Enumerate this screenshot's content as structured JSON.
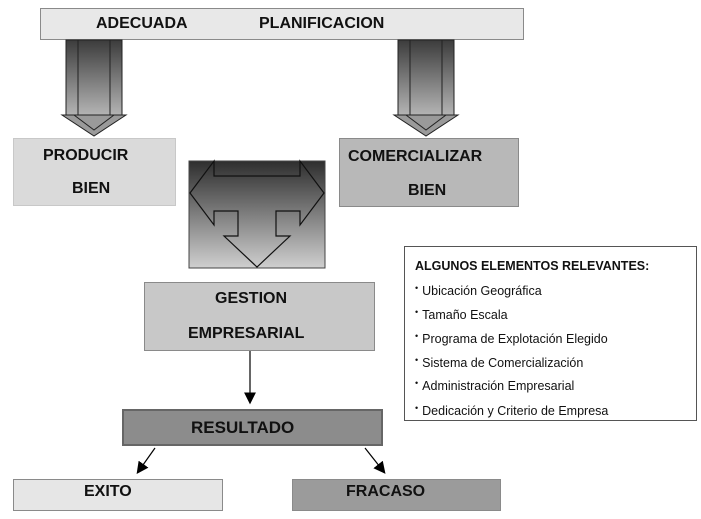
{
  "top_bar": {
    "word1": "ADECUADA",
    "word2": "PLANIFICACION"
  },
  "producir": {
    "line1": "PRODUCIR",
    "line2": "BIEN"
  },
  "comercializar": {
    "line1": "COMERCIALIZAR",
    "line2": "BIEN"
  },
  "gestion": {
    "line1": "GESTION",
    "line2": "EMPRESARIAL"
  },
  "resultado": {
    "label": "RESULTADO"
  },
  "exito": {
    "label": "EXITO"
  },
  "fracaso": {
    "label": "FRACASO"
  },
  "panel": {
    "title": "ALGUNOS ELEMENTOS RELEVANTES:",
    "bullet": "•",
    "items": [
      "Ubicación Geográfica",
      "Tamaño Escala",
      "Programa de Explotación Elegido",
      "Sistema de Comercialización",
      "Administración Empresarial",
      "Dedicación y Criterio de Empresa"
    ]
  },
  "colors": {
    "arrow_gradient_top": "#3c3c3c",
    "arrow_gradient_bottom": "#b4b4b4",
    "center_gradient_top": "#2e2e2e",
    "center_gradient_bottom": "#cfcfcf"
  }
}
